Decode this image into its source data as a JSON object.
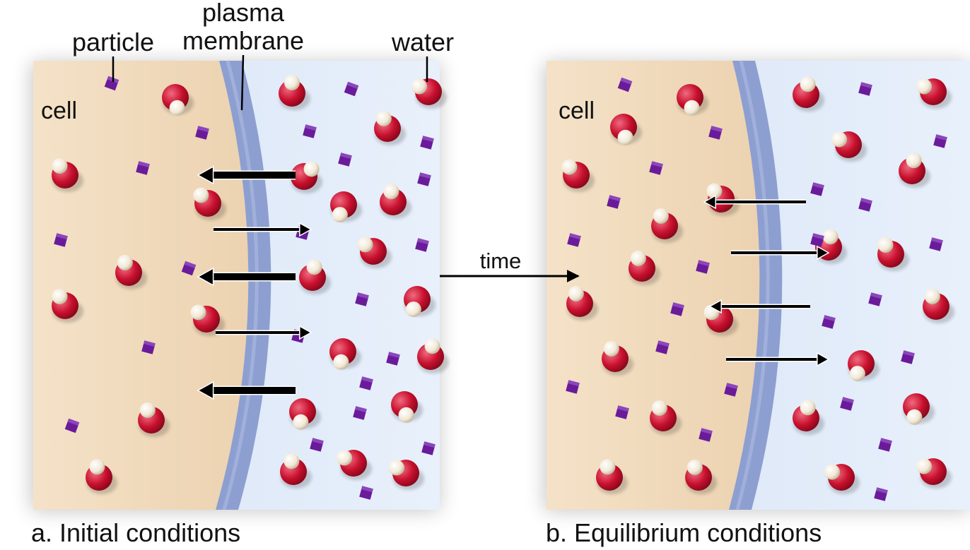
{
  "labels": {
    "particle": "particle",
    "plasma": "plasma",
    "membrane": "membrane",
    "water": "water",
    "time": "time"
  },
  "panels": [
    {
      "id": "a",
      "cell_label": "cell",
      "caption": "a. Initial conditions"
    },
    {
      "id": "b",
      "cell_label": "cell",
      "caption": "b. Equilibrium conditions"
    }
  ],
  "colors": {
    "cell_fill": "#f1dcc0",
    "outside_fill": "#dde9f8",
    "membrane": "#8d9fd0",
    "water_oxygen": "#c8102e",
    "water_hydrogen": "#f4ecdc",
    "particle": "#6a1b9a",
    "arrow": "#000000"
  },
  "icons": {
    "water_molecule": "water-molecule-icon",
    "particle": "particle-icon",
    "arrow": "arrow-icon"
  }
}
